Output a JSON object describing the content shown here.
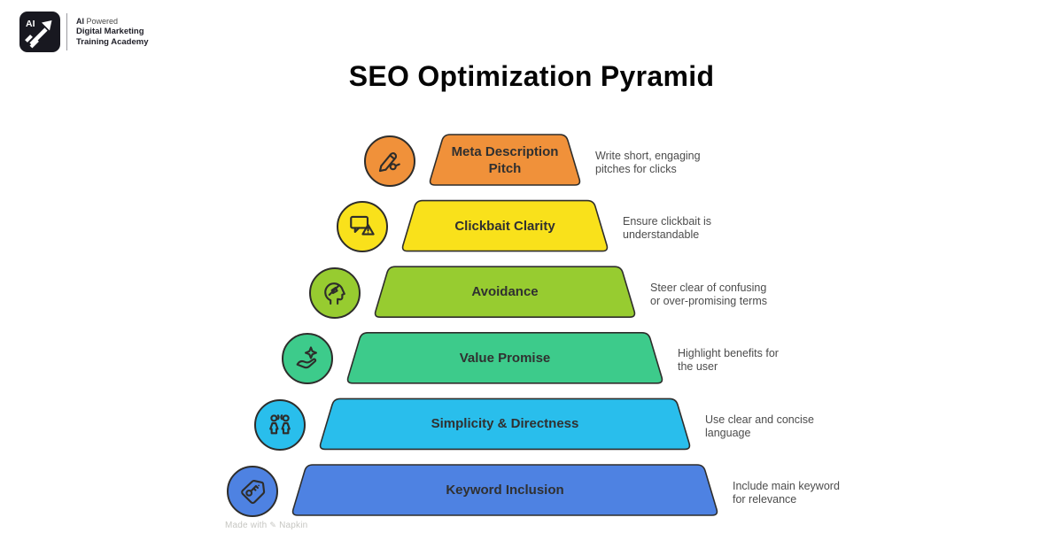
{
  "logo": {
    "badge_text": "AI",
    "tagline_bold": "AI",
    "tagline_rest": " Powered",
    "line2": "Digital Marketing",
    "line3": "Training Academy"
  },
  "title": "SEO Optimization Pyramid",
  "pyramid": {
    "outline_color": "#2e2d2b",
    "label_color": "#303030",
    "description_color": "#4c4c4c",
    "levels": [
      {
        "id": "meta-description-pitch",
        "label_lines": [
          "Meta Description",
          "Pitch"
        ],
        "description_lines": [
          "Write short, engaging",
          "pitches for clicks"
        ],
        "color": "#F0913A",
        "icon": "pen-icon"
      },
      {
        "id": "clickbait-clarity",
        "label_lines": [
          "Clickbait Clarity"
        ],
        "description_lines": [
          "Ensure clickbait is",
          "understandable"
        ],
        "color": "#F9E11B",
        "icon": "speech-warning-icon"
      },
      {
        "id": "avoidance",
        "label_lines": [
          "Avoidance"
        ],
        "description_lines": [
          "Steer clear of confusing",
          "or over-promising terms"
        ],
        "color": "#97CC30",
        "icon": "head-avoid-icon"
      },
      {
        "id": "value-promise",
        "label_lines": [
          "Value Promise"
        ],
        "description_lines": [
          "Highlight benefits for",
          "the user"
        ],
        "color": "#3DCB8B",
        "icon": "hand-sparkle-icon"
      },
      {
        "id": "simplicity-directness",
        "label_lines": [
          "Simplicity & Directness"
        ],
        "description_lines": [
          "Use clear and concise",
          "language"
        ],
        "color": "#29BEEC",
        "icon": "people-talk-icon"
      },
      {
        "id": "keyword-inclusion",
        "label_lines": [
          "Keyword Inclusion"
        ],
        "description_lines": [
          "Include main keyword",
          "for relevance"
        ],
        "color": "#4E82E2",
        "icon": "tag-key-icon"
      }
    ]
  },
  "footer": {
    "prefix": "Made with",
    "brand": "Napkin"
  }
}
